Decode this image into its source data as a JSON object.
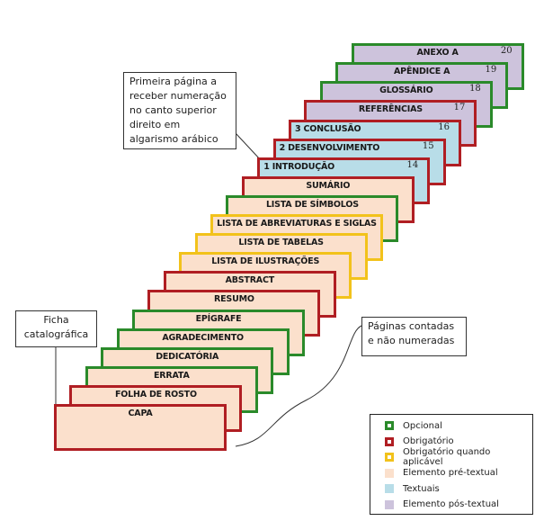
{
  "colors": {
    "opcional": "#2a8a2a",
    "obrigatorio": "#b01e23",
    "quando_aplicavel": "#f2c21b",
    "pre_textual": "#fbe0cc",
    "textual": "#b8dde8",
    "pos_textual": "#cdc3dc"
  },
  "cards": [
    {
      "label": "CAPA",
      "border": "obrigatorio",
      "fill": "pre_textual"
    },
    {
      "label": "FOLHA DE ROSTO",
      "border": "obrigatorio",
      "fill": "pre_textual"
    },
    {
      "label": "ERRATA",
      "border": "opcional",
      "fill": "pre_textual"
    },
    {
      "label": "DEDICATÓRIA",
      "border": "opcional",
      "fill": "pre_textual"
    },
    {
      "label": "AGRADECIMENTO",
      "border": "opcional",
      "fill": "pre_textual"
    },
    {
      "label": "EPÍGRAFE",
      "border": "opcional",
      "fill": "pre_textual"
    },
    {
      "label": "RESUMO",
      "border": "obrigatorio",
      "fill": "pre_textual"
    },
    {
      "label": "ABSTRACT",
      "border": "obrigatorio",
      "fill": "pre_textual"
    },
    {
      "label": "LISTA DE ILUSTRAÇÕES",
      "border": "quando_aplicavel",
      "fill": "pre_textual"
    },
    {
      "label": "LISTA DE TABELAS",
      "border": "quando_aplicavel",
      "fill": "pre_textual"
    },
    {
      "label": "LISTA DE ABREVIATURAS E SIGLAS",
      "border": "quando_aplicavel",
      "fill": "pre_textual"
    },
    {
      "label": "LISTA DE SÍMBOLOS",
      "border": "opcional",
      "fill": "pre_textual"
    },
    {
      "label": "SUMÁRIO",
      "border": "obrigatorio",
      "fill": "pre_textual"
    },
    {
      "label": "1 INTRODUÇÃO",
      "border": "obrigatorio",
      "fill": "textual",
      "page": "14",
      "align": "left"
    },
    {
      "label": "2 DESENVOLVIMENTO",
      "border": "obrigatorio",
      "fill": "textual",
      "page": "15",
      "align": "left"
    },
    {
      "label": "3 CONCLUSÃO",
      "border": "obrigatorio",
      "fill": "textual",
      "page": "16",
      "align": "left"
    },
    {
      "label": "REFERÊNCIAS",
      "border": "obrigatorio",
      "fill": "pos_textual",
      "page": "17"
    },
    {
      "label": "GLOSSÁRIO",
      "border": "opcional",
      "fill": "pos_textual",
      "page": "18"
    },
    {
      "label": "APÊNDICE A",
      "border": "opcional",
      "fill": "pos_textual",
      "page": "19"
    },
    {
      "label": "ANEXO A",
      "border": "opcional",
      "fill": "pos_textual",
      "page": "20"
    }
  ],
  "callouts": {
    "first_numbered": "Primeira página a receber numeração no canto superior direito em algarismo arábico",
    "ficha": "Ficha catalográfica",
    "counted": "Páginas contadas e não numeradas"
  },
  "legend": [
    {
      "label": "Opcional",
      "type": "border",
      "color": "opcional"
    },
    {
      "label": "Obrigatório",
      "type": "border",
      "color": "obrigatorio"
    },
    {
      "label": "Obrigatório quando aplicável",
      "type": "border",
      "color": "quando_aplicavel"
    },
    {
      "label": "Elemento pré-textual",
      "type": "fill",
      "color": "pre_textual"
    },
    {
      "label": "Textuais",
      "type": "fill",
      "color": "textual"
    },
    {
      "label": "Elemento pós-textual",
      "type": "fill",
      "color": "pos_textual"
    }
  ]
}
